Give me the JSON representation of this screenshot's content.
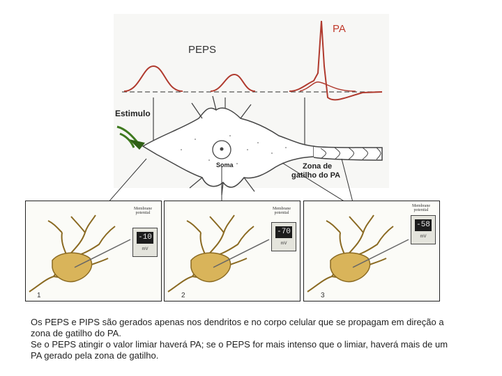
{
  "labels": {
    "pa": "PA",
    "peps": "PEPS",
    "stimulus": "Estimulo",
    "soma": "Soma",
    "trigger_zone_line1": "Zona de",
    "trigger_zone_line2": "gatilho do PA"
  },
  "panels": [
    {
      "number": "1",
      "meter_title": "Membrane potential",
      "meter_value": "-10",
      "unit": "mV"
    },
    {
      "number": "2",
      "meter_title": "Membrane potential",
      "meter_value": "-70",
      "unit": "mV"
    },
    {
      "number": "3",
      "meter_title": "Membrane potential",
      "meter_value": "-58",
      "unit": "mV"
    }
  ],
  "caption": {
    "line1": "Os PEPS e PIPS são gerados apenas nos dendritos e no corpo celular que se propagam em direção a zona de gatilho do PA.",
    "line2": "Se o PEPS atingir o valor limiar haverá PA; se o PEPS for mais intenso que o limiar, haverá mais de um PA gerado pela zona de gatilho."
  },
  "colors": {
    "trace": "#b03a2e",
    "label_red": "#c0392b",
    "neuron_fill": "#d9b45a",
    "neuron_stroke": "#8a6a22",
    "stimulus_green": "#3f7a1f"
  }
}
